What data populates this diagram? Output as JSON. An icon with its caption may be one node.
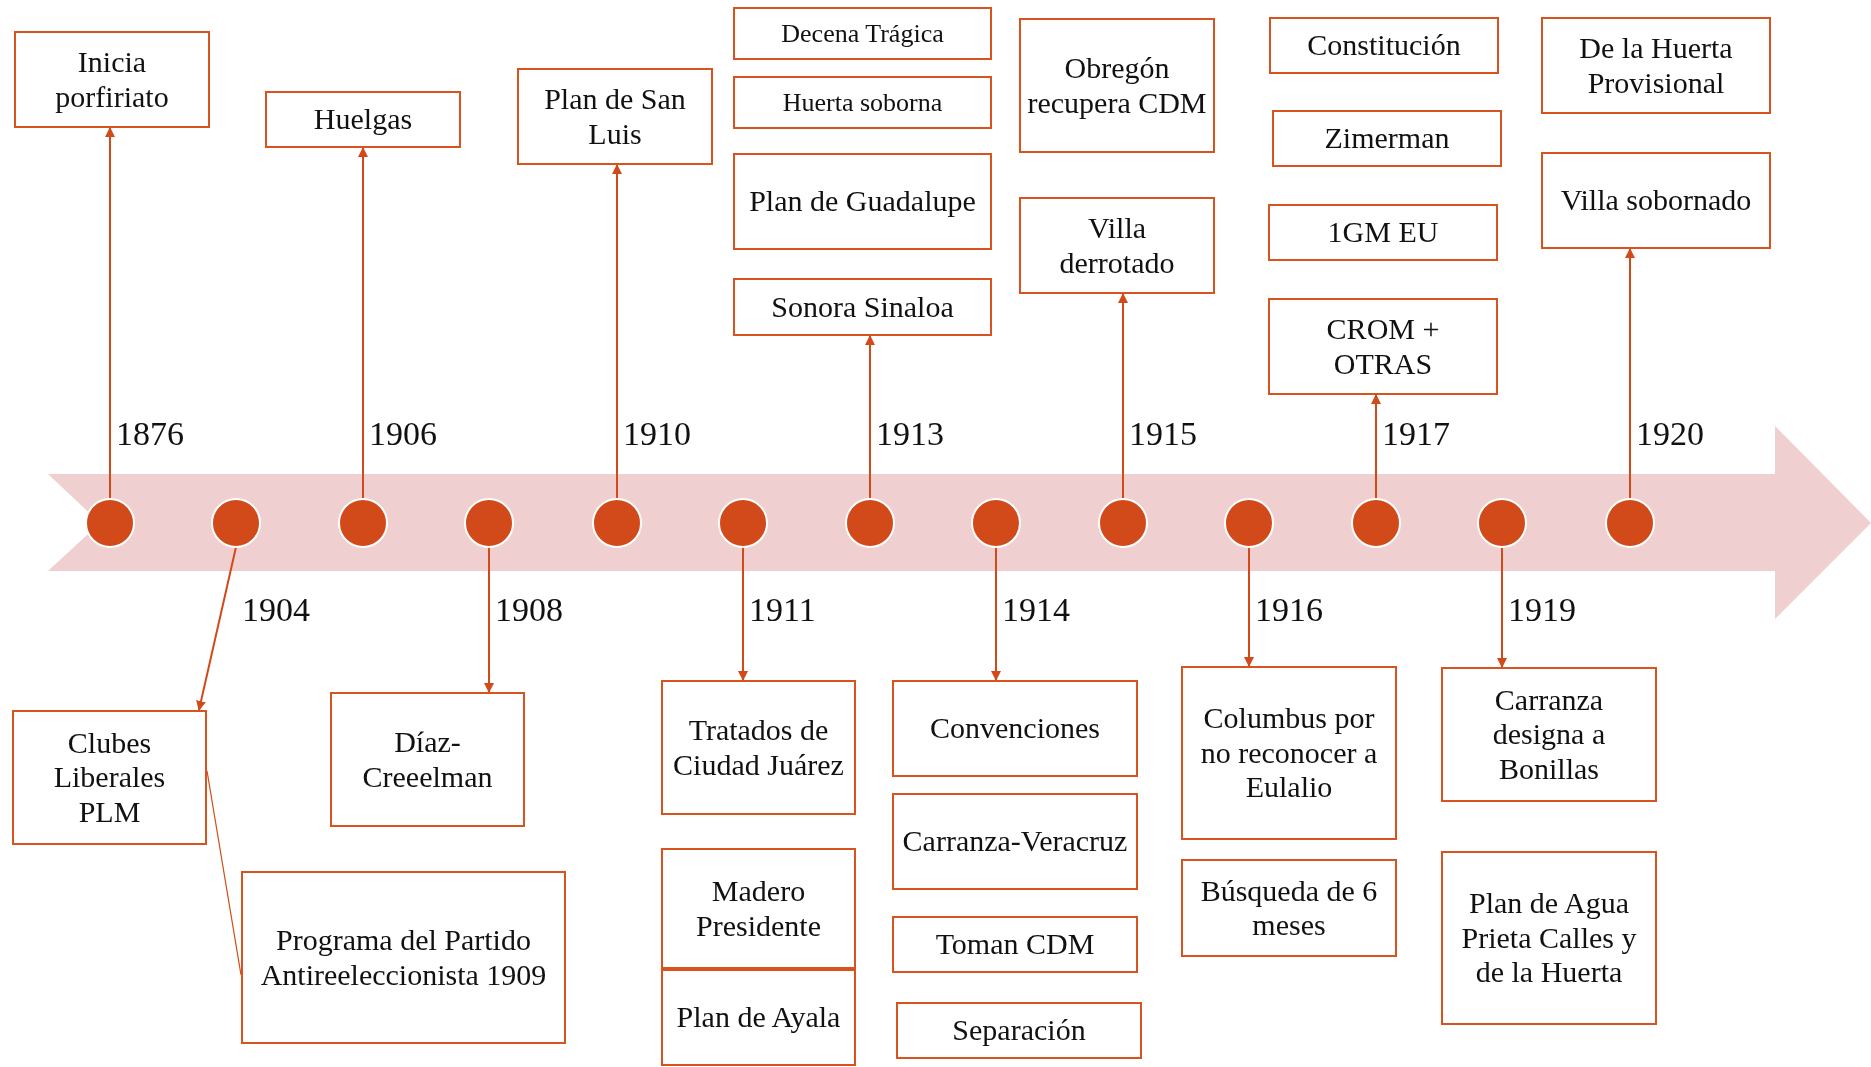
{
  "diagram": {
    "nodes": [
      {
        "text": [
          "Inicia porfiriato"
        ]
      },
      {
        "text": [
          "Huelgas"
        ]
      },
      {
        "text": [
          "Plan de San Luis"
        ]
      },
      {
        "text": [
          "Decena Trágica"
        ]
      },
      {
        "text": [
          "Huerta soborna"
        ]
      },
      {
        "text": [
          "Plan de Guadalupe"
        ]
      },
      {
        "text": [
          "Sonora Sinaloa"
        ]
      },
      {
        "text": [
          "Obregón recupera CDM"
        ]
      },
      {
        "text": [
          "Villa derrotado"
        ]
      },
      {
        "text": [
          "Constitución"
        ]
      },
      {
        "text": [
          "Zimerman"
        ]
      },
      {
        "text": [
          "1GM EU"
        ]
      },
      {
        "text": [
          "CROM + OTRAS"
        ]
      },
      {
        "text": [
          "De la Huerta Provisional"
        ]
      },
      {
        "text": [
          "Villa sobornado"
        ]
      },
      {
        "text": [],
        "shape": "circle"
      },
      {
        "text": [],
        "shape": "circle"
      },
      {
        "text": [],
        "shape": "circle"
      },
      {
        "text": [],
        "shape": "circle"
      },
      {
        "text": [],
        "shape": "circle"
      },
      {
        "text": [],
        "shape": "circle"
      },
      {
        "text": [],
        "shape": "circle"
      },
      {
        "text": [],
        "shape": "circle"
      },
      {
        "text": [],
        "shape": "circle"
      },
      {
        "text": [],
        "shape": "circle"
      },
      {
        "text": [],
        "shape": "circle"
      },
      {
        "text": [],
        "shape": "circle"
      },
      {
        "text": [],
        "shape": "circle"
      },
      {
        "text": [
          "Clubes Liberales PLM"
        ]
      },
      {
        "text": [
          "Programa del Partido Antireeleccionista 1909"
        ]
      },
      {
        "text": [
          "Díaz-Creeelman"
        ]
      },
      {
        "text": [
          "Tratados de Ciudad Juárez"
        ]
      },
      {
        "text": [
          "Madero Presidente"
        ]
      },
      {
        "text": [
          "Plan de Ayala"
        ]
      },
      {
        "text": [
          "Convenciones"
        ]
      },
      {
        "text": [
          "Carranza-Veracruz"
        ]
      },
      {
        "text": [
          "Toman CDM"
        ]
      },
      {
        "text": [
          "Separación"
        ]
      },
      {
        "text": [
          "Columbus por no reconocer a Eulalio"
        ]
      },
      {
        "text": [
          "Búsqueda de 6 meses"
        ]
      },
      {
        "text": [
          "Carranza designa a Bonillas"
        ]
      },
      {
        "text": [
          "Plan de Agua Prieta Calles y de la Huerta"
        ]
      }
    ],
    "edges": [
      {
        "from": 15,
        "to": 0,
        "arrow": "to"
      },
      {
        "from": 16,
        "to": 28,
        "arrow": "to"
      },
      {
        "from": 17,
        "to": 1,
        "arrow": "to"
      },
      {
        "from": 18,
        "to": 30,
        "arrow": "to"
      },
      {
        "from": 19,
        "to": 2,
        "arrow": "to"
      },
      {
        "from": 20,
        "to": 31,
        "arrow": "to"
      },
      {
        "from": 21,
        "to": 6,
        "arrow": "to"
      },
      {
        "from": 22,
        "to": 34,
        "arrow": "to"
      },
      {
        "from": 23,
        "to": 8,
        "arrow": "to"
      },
      {
        "from": 24,
        "to": 38,
        "arrow": "to"
      },
      {
        "from": 25,
        "to": 12,
        "arrow": "to"
      },
      {
        "from": 26,
        "to": 40,
        "arrow": "to"
      },
      {
        "from": 27,
        "to": 14,
        "arrow": "to"
      },
      {
        "from": 28,
        "to": 29,
        "arrow": "none"
      }
    ],
    "labels": [
      "1876",
      "1904",
      "1906",
      "1908",
      "1910",
      "1911",
      "1913",
      "1914",
      "1915",
      "1916",
      "1917",
      "1919",
      "1920"
    ]
  }
}
